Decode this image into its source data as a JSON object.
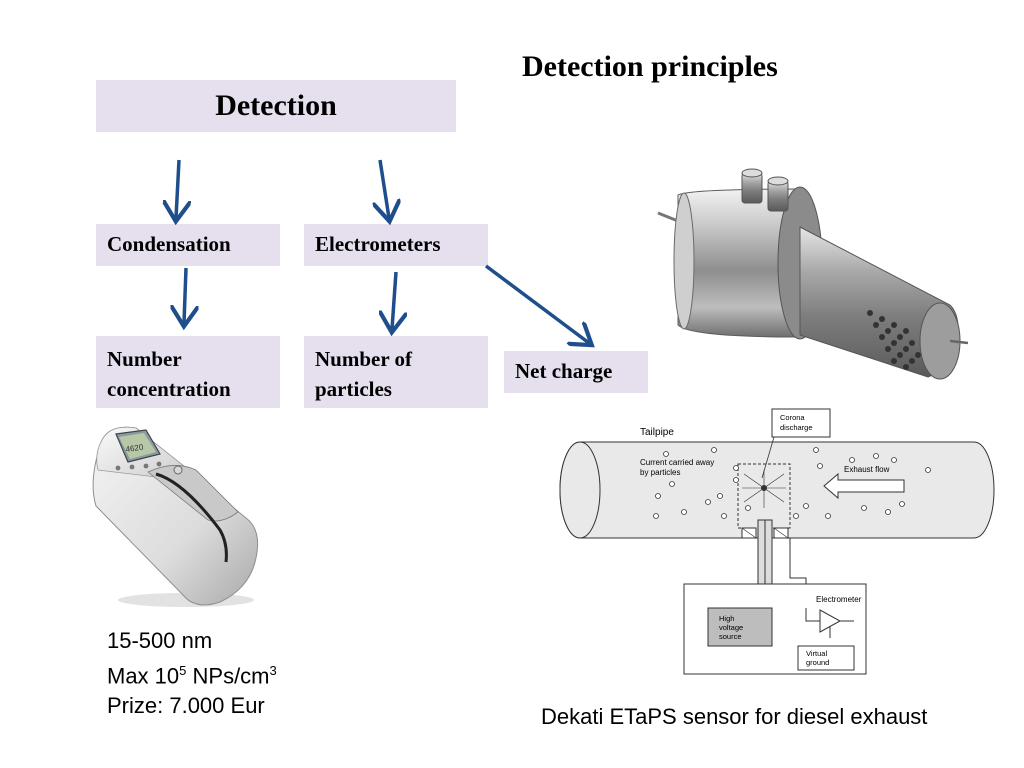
{
  "slide": {
    "title": "Detection principles",
    "detection": "Detection",
    "condensation": "Condensation",
    "electrometers": "Electrometers",
    "number_conc_l1": "Number",
    "number_conc_l2": "concentration",
    "number_part_l1": "Number of",
    "number_part_l2": "particles",
    "net_charge": "Net charge"
  },
  "device_specs": {
    "range": "15-500 nm",
    "max_prefix": "Max 10",
    "max_exp": "5",
    "max_unit": " NPs/cm",
    "max_unit_exp": "3",
    "price": "Prize: 7.000 Eur",
    "display_reading": "4620"
  },
  "sensor_schematic": {
    "tailpipe": "Tailpipe",
    "corona_l1": "Corona",
    "corona_l2": "discharge",
    "current_l1": "Current carried away",
    "current_l2": "by particles",
    "exhaust_flow": "Exhaust flow",
    "electrometer": "Electrometer",
    "hv_l1": "High",
    "hv_l2": "voltage",
    "hv_l3": "source",
    "vg_l1": "Virtual",
    "vg_l2": "ground"
  },
  "caption": "Dekati ETaPS sensor for diesel exhaust",
  "colors": {
    "box_fill": "#e6dfee",
    "arrow": "#1f4e8c"
  }
}
